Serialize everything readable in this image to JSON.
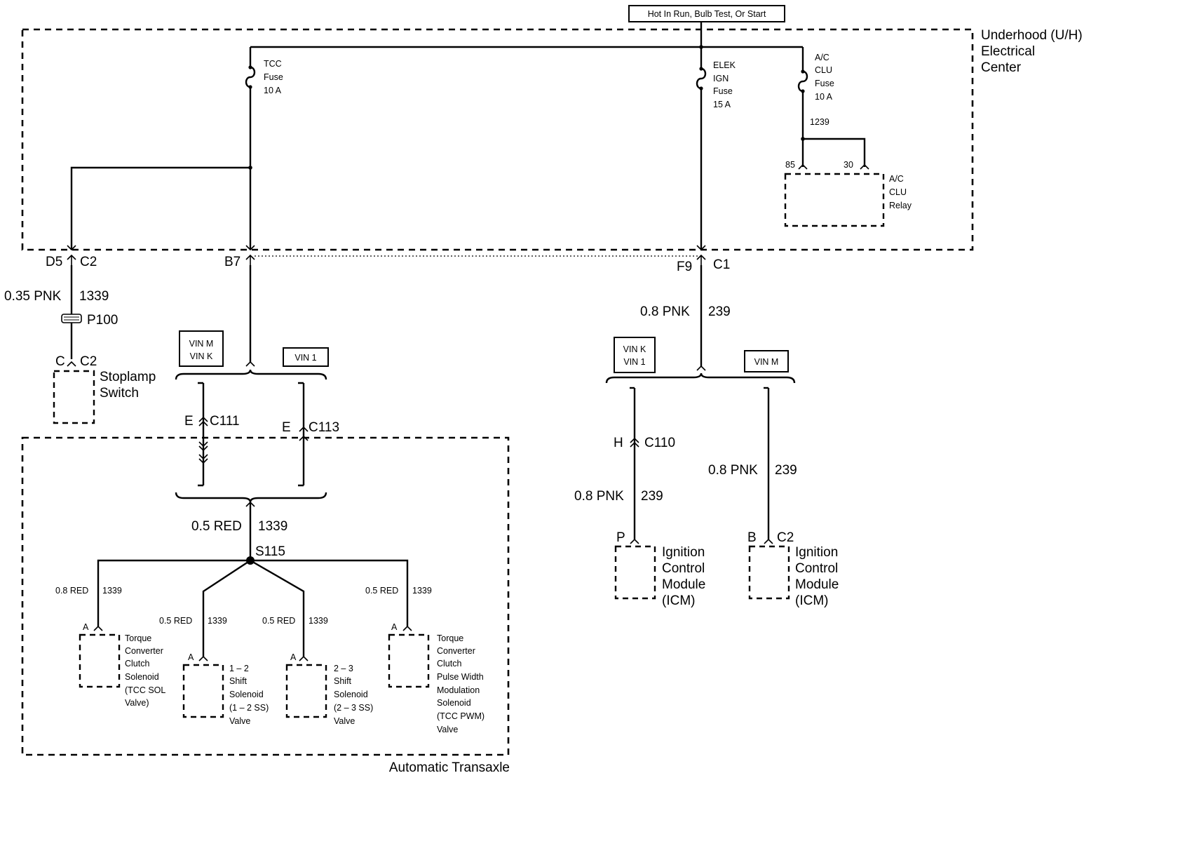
{
  "power_source": "Hot In Run, Bulb Test, Or Start",
  "underhood": {
    "title_lines": [
      "Underhood (U/H)",
      "Electrical",
      "Center"
    ],
    "tcc_fuse": [
      "TCC",
      "Fuse",
      "10 A"
    ],
    "elek_fuse": [
      "ELEK",
      "IGN",
      "Fuse",
      "15 A"
    ],
    "ac_fuse": [
      "A/C",
      "CLU",
      "Fuse",
      "10 A"
    ],
    "ac_circuit": "1239",
    "relay_pin_85": "85",
    "relay_pin_30": "30",
    "relay_label": [
      "A/C",
      "CLU",
      "Relay"
    ]
  },
  "connectors": {
    "d5": "D5",
    "c2_top": "C2",
    "b7": "B7",
    "f9": "F9",
    "c1": "C1",
    "p100": "P100",
    "stoplamp_c": "C",
    "stoplamp_c2": "C2",
    "e_c111_pin": "E",
    "c111": "C111",
    "e_c113_pin": "E",
    "c113": "C113",
    "h_c110_pin": "H",
    "c110": "C110",
    "s115": "S115",
    "icm1_pin": "P",
    "icm2_pin": "B",
    "icm2_conn": "C2",
    "sol_pin_a": "A"
  },
  "wires": {
    "stoplamp_wire": {
      "gauge": "0.35 PNK",
      "circuit": "1339"
    },
    "icm_feed": {
      "gauge": "0.8 PNK",
      "circuit": "239"
    },
    "icm1_wire": {
      "gauge": "0.8 PNK",
      "circuit": "239"
    },
    "icm2_wire": {
      "gauge": "0.8 PNK",
      "circuit": "239"
    },
    "trans_wire": {
      "gauge": "0.5 RED",
      "circuit": "1339"
    },
    "tcc_sol_wire": {
      "gauge": "0.8 RED",
      "circuit": "1339"
    },
    "ss12_wire": {
      "gauge": "0.5 RED",
      "circuit": "1339"
    },
    "ss23_wire": {
      "gauge": "0.5 RED",
      "circuit": "1339"
    },
    "pwm_wire": {
      "gauge": "0.5 RED",
      "circuit": "1339"
    }
  },
  "vin_boxes": {
    "left_a": [
      "VIN M",
      "VIN K"
    ],
    "left_b": "VIN 1",
    "right_a": [
      "VIN K",
      "VIN 1"
    ],
    "right_b": "VIN M"
  },
  "components": {
    "stoplamp": [
      "Stoplamp",
      "Switch"
    ],
    "icm": [
      "Ignition",
      "Control",
      "Module",
      "(ICM)"
    ],
    "tcc_sol": [
      "Torque",
      "Converter",
      "Clutch",
      "Solenoid",
      "(TCC SOL",
      "Valve)"
    ],
    "ss12": [
      "1 – 2",
      "Shift",
      "Solenoid",
      "(1 – 2 SS)",
      "Valve"
    ],
    "ss23": [
      "2 – 3",
      "Shift",
      "Solenoid",
      "(2 – 3 SS)",
      "Valve"
    ],
    "pwm": [
      "Torque",
      "Converter",
      "Clutch",
      "Pulse Width",
      "Modulation",
      "Solenoid",
      "(TCC PWM)",
      "Valve"
    ],
    "transaxle": "Automatic Transaxle"
  }
}
